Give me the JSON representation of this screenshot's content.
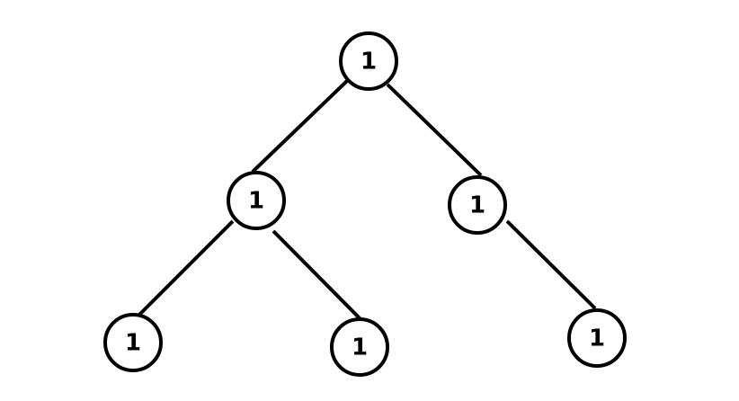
{
  "nodes": [
    {
      "id": "root",
      "label": "1"
    },
    {
      "id": "left",
      "label": "1"
    },
    {
      "id": "right",
      "label": "1"
    },
    {
      "id": "left-left",
      "label": "1"
    },
    {
      "id": "left-right",
      "label": "1"
    },
    {
      "id": "right-right",
      "label": "1"
    }
  ],
  "edges": [
    {
      "from": "root",
      "to": "left"
    },
    {
      "from": "root",
      "to": "right"
    },
    {
      "from": "left",
      "to": "left-left"
    },
    {
      "from": "left",
      "to": "left-right"
    },
    {
      "from": "right",
      "to": "right-right"
    }
  ]
}
